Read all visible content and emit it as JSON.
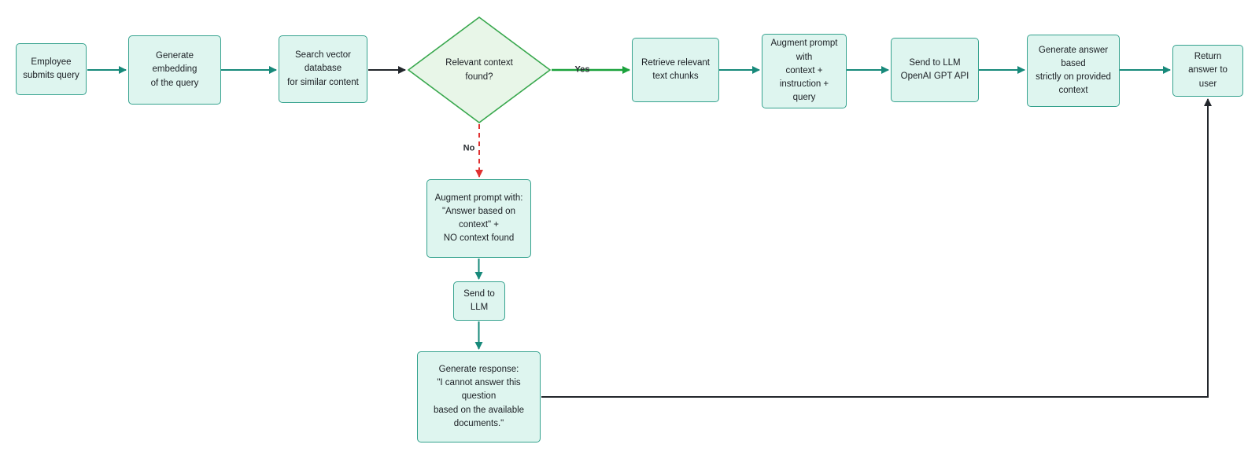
{
  "diagram": {
    "type": "flowchart",
    "background": "#ffffff"
  },
  "nodes": {
    "employee": {
      "label": "Employee\nsubmits query",
      "shape": "rect"
    },
    "embedding": {
      "label": "Generate\nembedding\nof the query",
      "shape": "rect"
    },
    "search": {
      "label": "Search vector\ndatabase\nfor similar content",
      "shape": "rect"
    },
    "decision": {
      "label": "Relevant context\nfound?",
      "shape": "diamond"
    },
    "retrieve": {
      "label": "Retrieve relevant\ntext chunks",
      "shape": "rect"
    },
    "augment_yes": {
      "label": "Augment prompt\nwith\ncontext +\ninstruction +\nquery",
      "shape": "rect"
    },
    "send_llm": {
      "label": "Send to LLM\nOpenAI GPT API",
      "shape": "rect"
    },
    "gen_answer": {
      "label": "Generate answer\nbased\nstrictly on provided\ncontext",
      "shape": "rect"
    },
    "return_user": {
      "label": "Return\nanswer to\nuser",
      "shape": "rect"
    },
    "augment_no": {
      "label": "Augment prompt with:\n\"Answer based on\ncontext\" +\nNO context found",
      "shape": "rect"
    },
    "send_llm_no": {
      "label": "Send to\nLLM",
      "shape": "rect"
    },
    "gen_response": {
      "label": "Generate response:\n\"I cannot answer this\nquestion\nbased on the available\ndocuments.\"",
      "shape": "rect"
    }
  },
  "edge_labels": {
    "yes": "Yes",
    "no": "No"
  },
  "edges": [
    {
      "from": "employee",
      "to": "embedding",
      "style": "teal-solid"
    },
    {
      "from": "embedding",
      "to": "search",
      "style": "teal-solid"
    },
    {
      "from": "search",
      "to": "decision",
      "style": "black-solid"
    },
    {
      "from": "decision",
      "to": "retrieve",
      "style": "green-solid",
      "label": "Yes"
    },
    {
      "from": "retrieve",
      "to": "augment_yes",
      "style": "teal-solid"
    },
    {
      "from": "augment_yes",
      "to": "send_llm",
      "style": "teal-solid"
    },
    {
      "from": "send_llm",
      "to": "gen_answer",
      "style": "teal-solid"
    },
    {
      "from": "gen_answer",
      "to": "return_user",
      "style": "teal-solid"
    },
    {
      "from": "decision",
      "to": "augment_no",
      "style": "red-dashed",
      "label": "No"
    },
    {
      "from": "augment_no",
      "to": "send_llm_no",
      "style": "teal-solid"
    },
    {
      "from": "send_llm_no",
      "to": "gen_response",
      "style": "teal-solid"
    },
    {
      "from": "gen_response",
      "to": "return_user",
      "style": "black-elbow"
    }
  ],
  "colors": {
    "node_fill": "#def5ef",
    "node_border": "#35a28e",
    "decision_fill": "#e8f6e8",
    "decision_border": "#39a84e",
    "edge_teal": "#17897a",
    "edge_green": "#1ba23c",
    "edge_black": "#22262b",
    "edge_red": "#e03131",
    "text": "#1b1f24"
  }
}
